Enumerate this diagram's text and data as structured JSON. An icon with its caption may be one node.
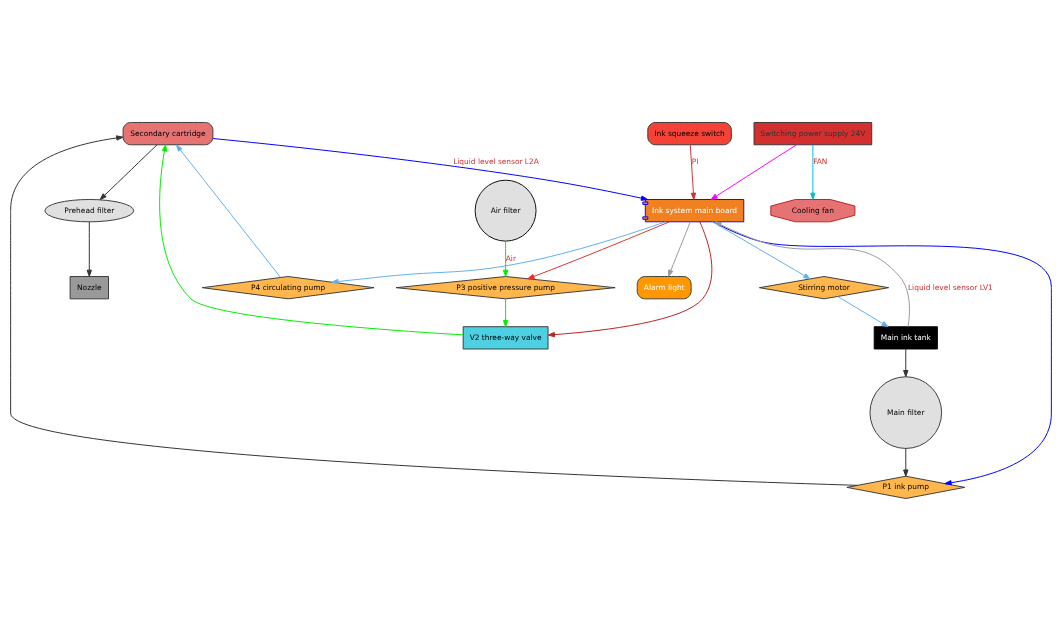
{
  "diagram": {
    "nodes": [
      {
        "text": [
          "Secondary cartridge"
        ]
      },
      {
        "text": [
          "P4 circulating pump"
        ]
      },
      {
        "text": [
          "Alarm light"
        ]
      },
      {
        "text": [
          "Ink squeeze switch"
        ]
      },
      {
        "text": [
          "P1 ink pump"
        ]
      },
      {
        "text": [
          "Ink system main board"
        ]
      },
      {
        "text": [
          "Prehead filter"
        ]
      },
      {
        "text": [
          "Main filter"
        ]
      },
      {
        "text": [
          "Main ink tank"
        ]
      },
      {
        "text": [
          "Switching power supply 24V"
        ]
      },
      {
        "text": [
          "Nozzle"
        ]
      },
      {
        "text": [
          "Stirring motor"
        ]
      },
      {
        "text": [
          "Air filter"
        ]
      },
      {
        "text": [
          "Cooling fan"
        ]
      },
      {
        "text": [
          "V2 three-way valve"
        ]
      },
      {
        "text": [
          "P3 positive pressure pump"
        ]
      }
    ],
    "edges": [
      {
        "from": 0,
        "to": 5,
        "arrow": "to",
        "label": "Liquid level sensor L2A",
        "color": "#0000ff"
      },
      {
        "from": 5,
        "to": 1,
        "arrow": "to",
        "color": "#60b0f0"
      },
      {
        "from": 1,
        "to": 0,
        "arrow": "to",
        "color": "#60b0f0"
      },
      {
        "from": 5,
        "to": 4,
        "arrow": "to",
        "color": "#0000ff"
      },
      {
        "from": 4,
        "to": 0,
        "arrow": "to",
        "color": "#333333"
      },
      {
        "from": 7,
        "to": 4,
        "arrow": "to",
        "color": "#333333"
      },
      {
        "from": 8,
        "to": 7,
        "arrow": "to",
        "color": "#333333"
      },
      {
        "from": 0,
        "to": 6,
        "arrow": "to",
        "color": "#333333"
      },
      {
        "from": 6,
        "to": 10,
        "arrow": "to",
        "color": "#333333"
      },
      {
        "from": 5,
        "to": 2,
        "arrow": "to",
        "color": "#999999"
      },
      {
        "from": 3,
        "to": 5,
        "arrow": "to",
        "label": "PI",
        "color": "#cc3333"
      },
      {
        "from": 9,
        "to": 5,
        "arrow": "to",
        "color": "#ff00ff"
      },
      {
        "from": 9,
        "to": 13,
        "arrow": "to",
        "label": "FAN",
        "color": "#00bcd4"
      },
      {
        "from": 5,
        "to": 11,
        "arrow": "to",
        "color": "#60b0f0"
      },
      {
        "from": 11,
        "to": 8,
        "arrow": "to",
        "color": "#60b0f0"
      },
      {
        "from": 8,
        "to": 5,
        "arrow": "to",
        "label": "Liquid level sensor LV1",
        "color": "#999999"
      },
      {
        "from": 5,
        "to": 14,
        "arrow": "to",
        "color": "#bb2222"
      },
      {
        "from": 5,
        "to": 15,
        "arrow": "to",
        "color": "#dd3333"
      },
      {
        "from": 12,
        "to": 15,
        "arrow": "to",
        "label": "Air",
        "color": "#00ee00"
      },
      {
        "from": 15,
        "to": 14,
        "arrow": "to",
        "color": "#00ee00"
      },
      {
        "from": 14,
        "to": 0,
        "arrow": "to",
        "color": "#00ee00"
      }
    ]
  }
}
